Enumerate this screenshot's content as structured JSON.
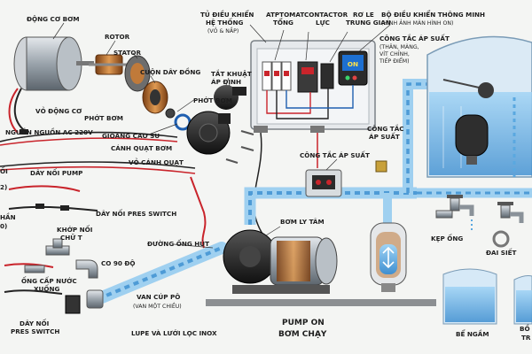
{
  "labels": {
    "motor": "ĐỘNG CƠ BƠM",
    "rotor": "ROTOR",
    "stator": "STATOR",
    "coil": "CUỘN DÂY ĐỒNG",
    "motor_shell": "VỎ ĐỘNG CƠ",
    "pump_seal_left": "PHỚT BƠM",
    "pump_seal_right": "PHỚT BƠM",
    "gasket": "GIOĂNG CAO SU",
    "impeller": "CÁNH QUẠT BƠM",
    "hex_screw": "TẮT KHUẬT",
    "hex_screw2": "ÁP ĐỊNH",
    "fan_cover": "VỎ CÁNH QUẠT",
    "power_ac": "NGUỒN NGUỒN AC 220V",
    "power_cut": "ỐI",
    "pump_wire": "DÂY NỐI PUMP",
    "pres_wire_mid": "DÂY NỐI PRES SWITCH",
    "left_cut_2": "2)",
    "left_cut_han": "HẦN",
    "left_cut_0": "0)",
    "tee": "KHỚP NỐI",
    "tee2": "CHỮ T",
    "elbow": "CO 90 ĐỘ",
    "pipe_down": "ỐNG CẤP NƯỚC",
    "pipe_down2": "XUỐNG",
    "pres_wire_bottom": "DÂY NỐI",
    "pres_wire_bottom2": "PRES SWITCH",
    "cabinet": "TỦ ĐIỀU KHIỂN",
    "cabinet2": "HỆ THỐNG",
    "cabinet3": "(VỎ & NẮP)",
    "breaker": "ATPTOMAT",
    "breaker2": "TỔNG",
    "contactor": "CONTACTOR",
    "contactor2": "LỰC",
    "relay": "RƠ LE",
    "relay2": "TRUNG GIAN",
    "smart": "BỘ ĐIỀU KHIỂN THÔNG MINH",
    "smart2": "(HÌNH ẢNH MÀN HÌNH ON)",
    "screen_on": "ON",
    "ps_detail": "CÔNG TẮC ÁP SUẤT",
    "ps_detail2": "(THÂN, MÀNG,",
    "ps_detail3": "VÍT CHỈNH,",
    "ps_detail4": "TIẾP ĐIỂM)",
    "ps_right": "CÔNG TẮC",
    "ps_right2": "ÁP SUẤT",
    "ps_center": "CÔNG TẮC ÁP SUẤT",
    "centrifugal": "BƠM LY TÂM",
    "suction": "ĐƯỜNG ỐNG HÚT",
    "clamp": "KẸP ỐNG",
    "belt_clamp": "ĐAI SIẾT",
    "foot_valve": "VAN CÚP PÔ",
    "foot_valve2": "(VAN MỘT CHIỀU)",
    "strainer": "LUPE VÀ LƯỚI LỌC INOX",
    "pump_on": "PUMP ON",
    "pump_on2": "BƠM CHẠY",
    "tank": "BỂ NGẦM",
    "tank_cut": "BỒ",
    "tank_cut2": "TR"
  },
  "colors": {
    "water": "#5aa8e0",
    "pipe": "#9fd0f0",
    "wire_red": "#c9242b",
    "wire_black": "#222222",
    "metal": "#9aa3ab",
    "copper": "#c07a3a",
    "cabinet": "#d9dcdf",
    "screen": "#1d6fd1",
    "tank_blue": "#6fb2e6"
  }
}
